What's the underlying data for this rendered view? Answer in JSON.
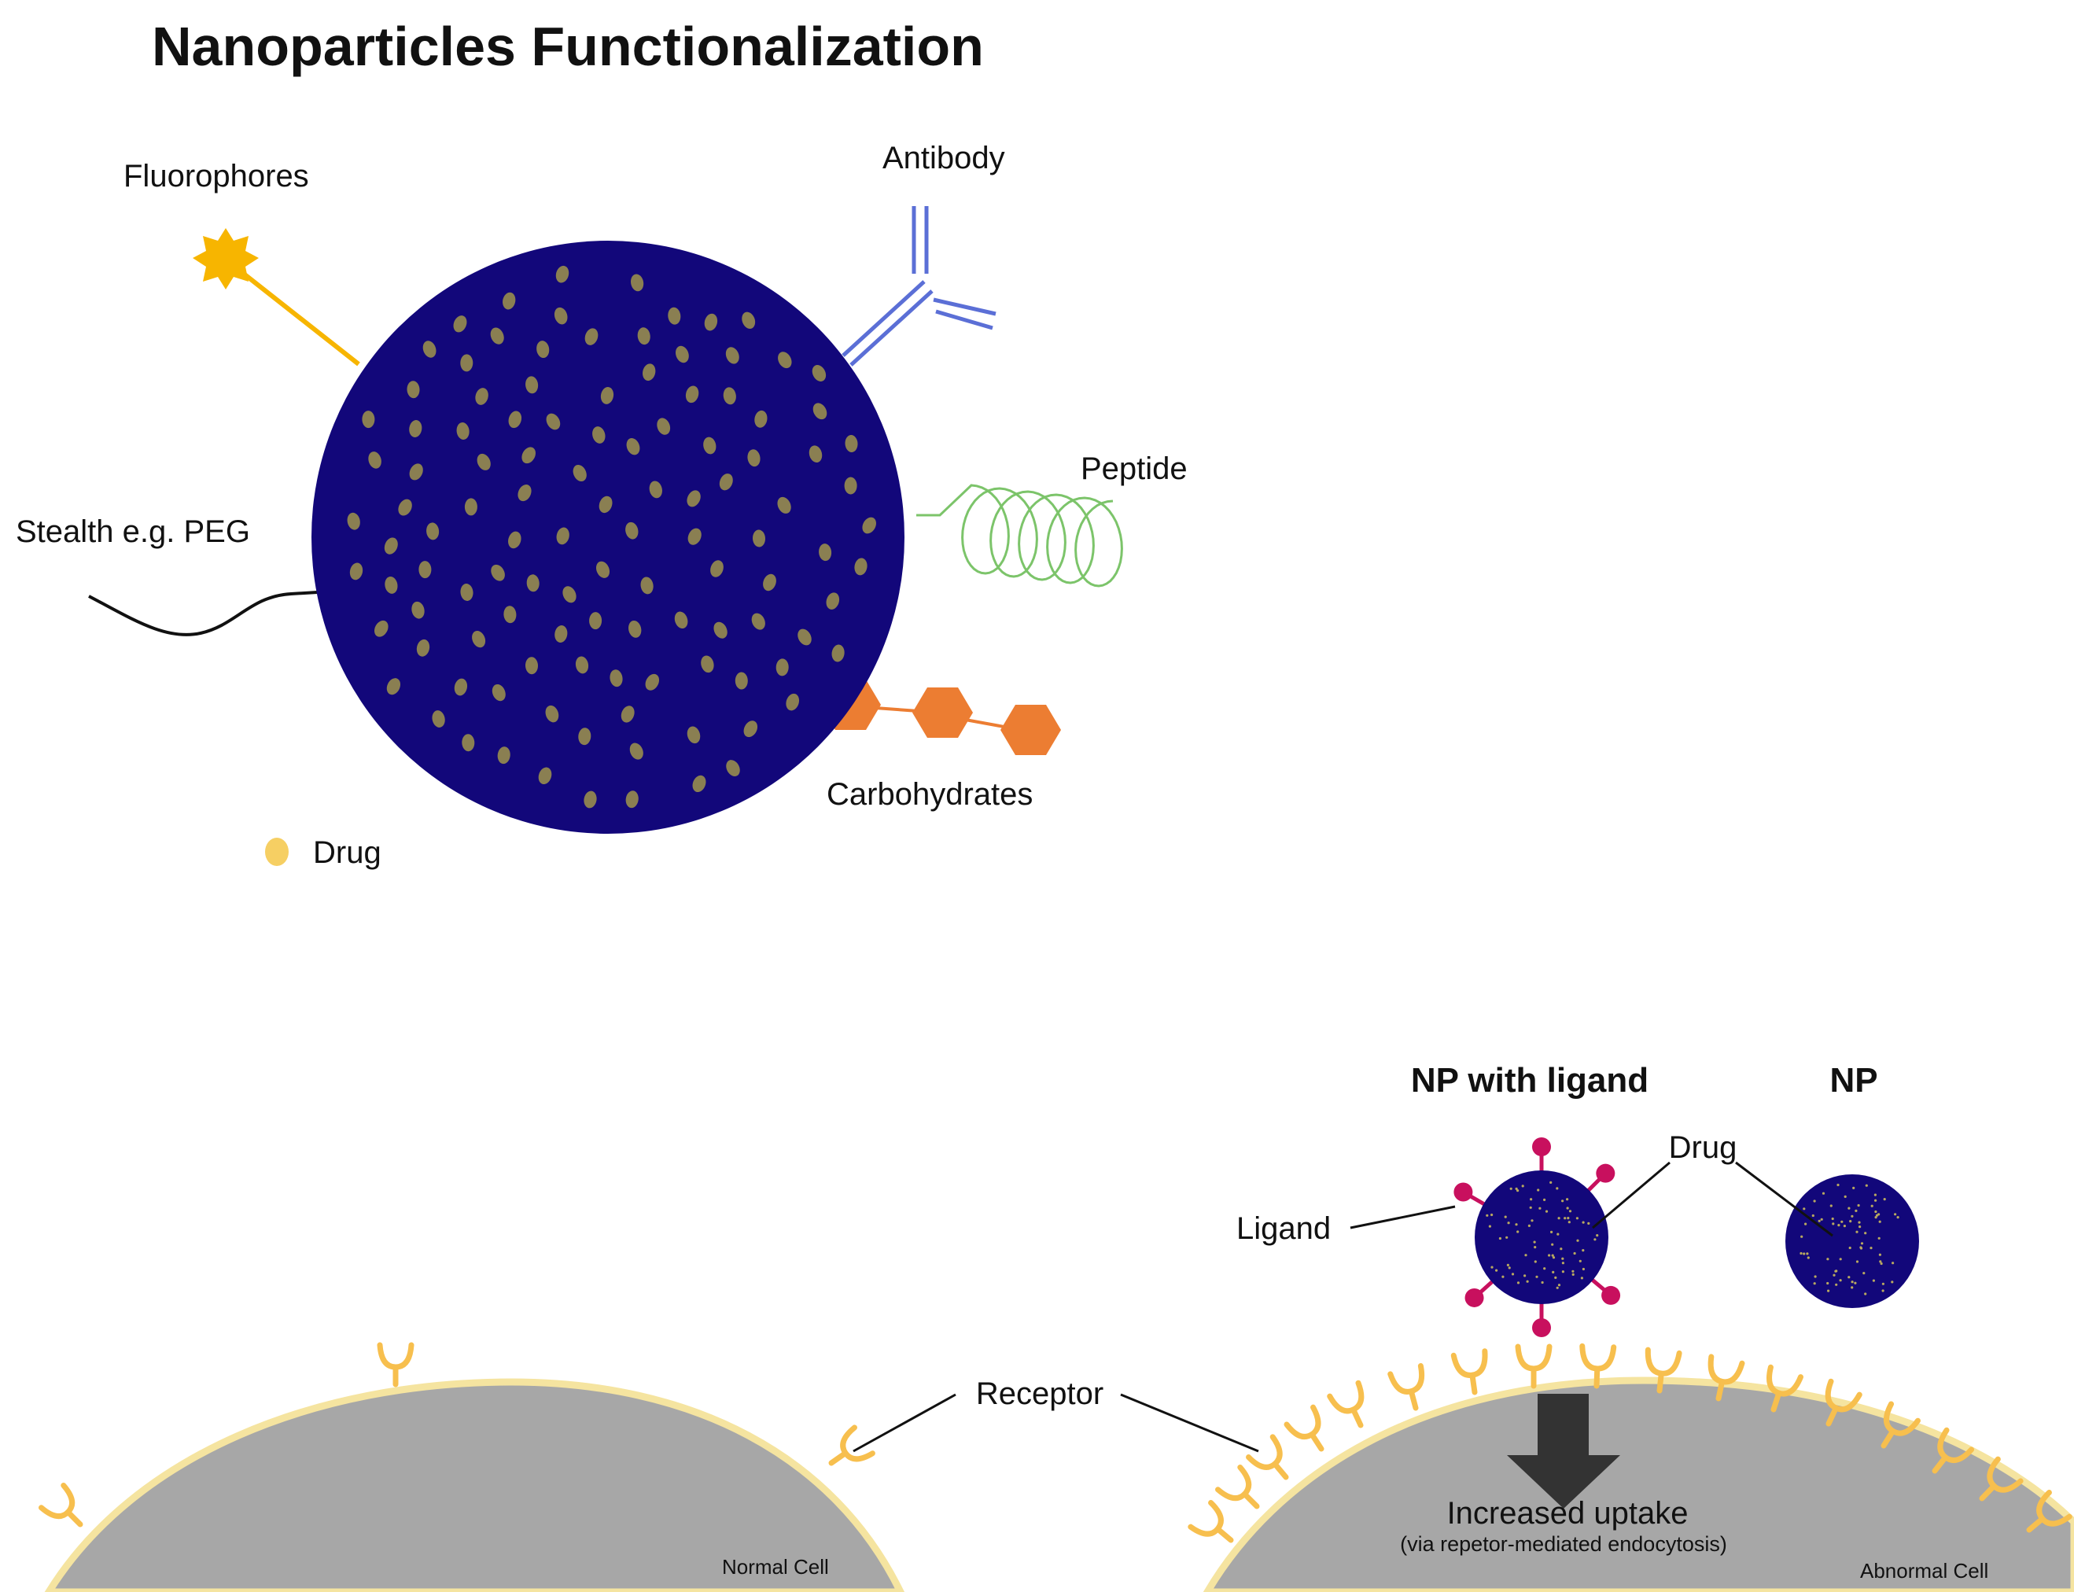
{
  "title": "Nanoparticles Functionalization",
  "labels": {
    "fluorophores": "Fluorophores",
    "antibody": "Antibody",
    "peptide": "Peptide",
    "stealth": "Stealth e.g. PEG",
    "carbohydrates": "Carbohydrates",
    "drug_legend": "Drug"
  },
  "bottom": {
    "np_with_ligand": "NP with ligand",
    "np": "NP",
    "drug": "Drug",
    "ligand": "Ligand",
    "receptor": "Receptor",
    "increased_uptake": "Increased uptake",
    "uptake_note": "(via repetor-mediated endocytosis)",
    "normal_cell": "Normal Cell",
    "abnormal_cell": "Abnormal Cell"
  },
  "colors": {
    "nanoparticle": "#12077a",
    "drug_dot": "#8a7f52",
    "drug_legend": "#f6cf63",
    "fluorophore": "#f7b500",
    "antibody": "#5b6fd6",
    "peptide": "#7cc46a",
    "carbohydrate": "#ec7d32",
    "ligand": "#c8105e",
    "receptor": "#f7bf4e",
    "cell": "#a7a7a7",
    "membrane": "#f5e4a0",
    "arrow": "#333333"
  }
}
